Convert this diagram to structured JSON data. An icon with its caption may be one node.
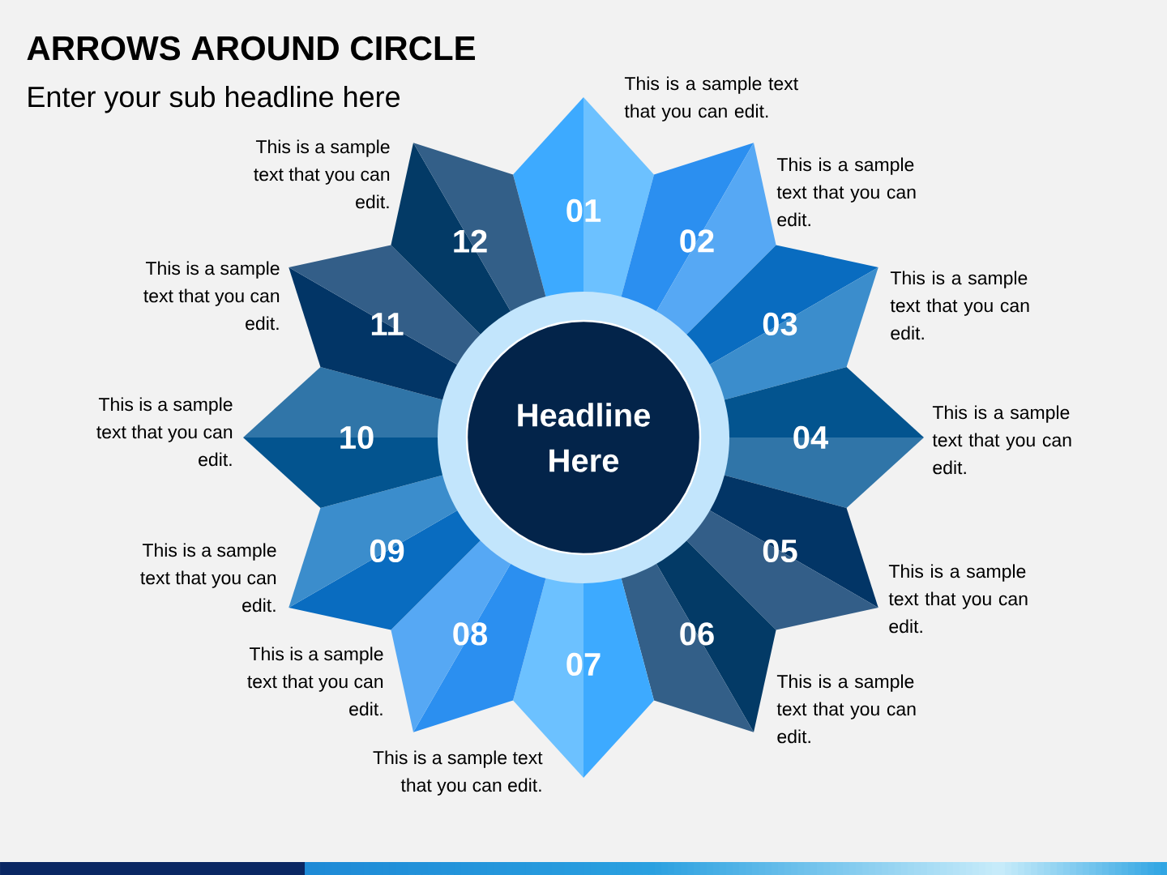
{
  "diagram": {
    "title": "ARROWS AROUND CIRCLE",
    "nodes": [
      {
        "text": [
          "Headline Here"
        ]
      },
      {
        "text": [
          "01"
        ],
        "beside": [
          "This is a sample text that you can edit."
        ]
      },
      {
        "text": [
          "02"
        ],
        "beside": [
          "This is a sample text that you can edit."
        ]
      },
      {
        "text": [
          "03"
        ],
        "beside": [
          "This is a sample text that you can edit."
        ]
      },
      {
        "text": [
          "04"
        ],
        "beside": [
          "This is a sample text that you can edit."
        ]
      },
      {
        "text": [
          "05"
        ],
        "beside": [
          "This is a sample text that you can edit."
        ]
      },
      {
        "text": [
          "06"
        ],
        "beside": [
          "This is a sample text that you can edit."
        ]
      },
      {
        "text": [
          "07"
        ],
        "beside": [
          "This is a sample text that you can edit."
        ]
      },
      {
        "text": [
          "08"
        ],
        "beside": [
          "This is a sample text that you can edit."
        ]
      },
      {
        "text": [
          "09"
        ],
        "beside": [
          "This is a sample text that you can edit."
        ]
      },
      {
        "text": [
          "10"
        ],
        "beside": [
          "This is a sample text that you can edit."
        ]
      },
      {
        "text": [
          "11"
        ],
        "beside": [
          "This is a sample text that you can edit."
        ]
      },
      {
        "text": [
          "12"
        ],
        "beside": [
          "This is a sample text that you can edit."
        ]
      }
    ],
    "labels": [
      "Enter your sub headline here"
    ]
  }
}
